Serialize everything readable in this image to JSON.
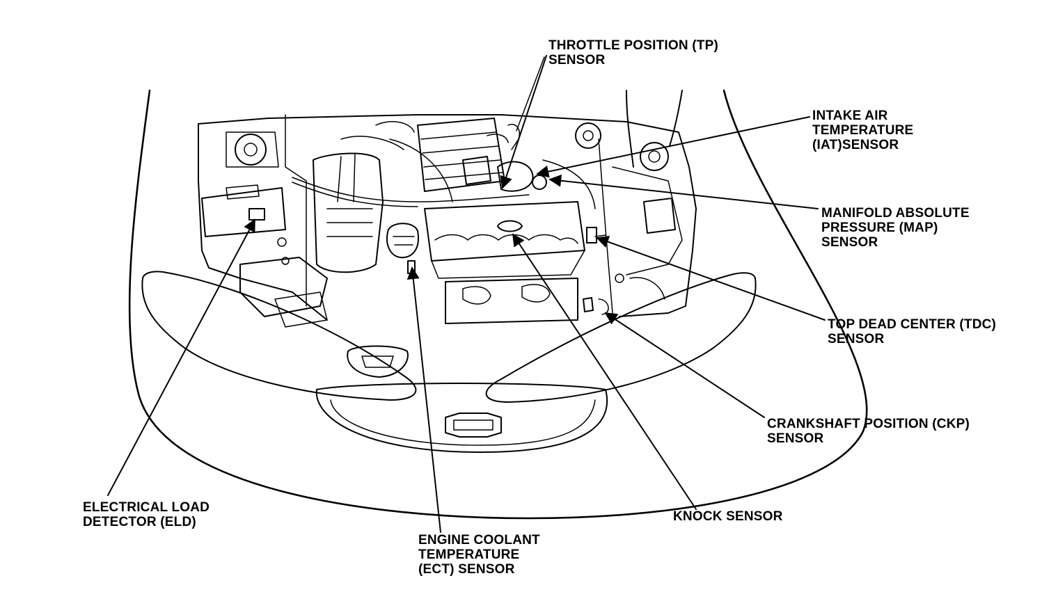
{
  "labels": {
    "tp": [
      "THROTTLE POSITION (TP)",
      "SENSOR"
    ],
    "iat": [
      "INTAKE AIR",
      "TEMPERATURE",
      "(IAT)SENSOR"
    ],
    "map": [
      "MANIFOLD ABSOLUTE",
      "PRESSURE (MAP)",
      "SENSOR"
    ],
    "tdc": [
      "TOP DEAD CENTER (TDC)",
      "SENSOR"
    ],
    "ckp": [
      "CRANKSHAFT POSITION (CKP)",
      "SENSOR"
    ],
    "knock": [
      "KNOCK SENSOR"
    ],
    "ect": [
      "ENGINE COOLANT",
      "TEMPERATURE",
      "(ECT) SENSOR"
    ],
    "eld": [
      "ELECTRICAL LOAD",
      "DETECTOR (ELD)"
    ]
  },
  "colors": {
    "ink": "#000000",
    "background": "#ffffff"
  }
}
